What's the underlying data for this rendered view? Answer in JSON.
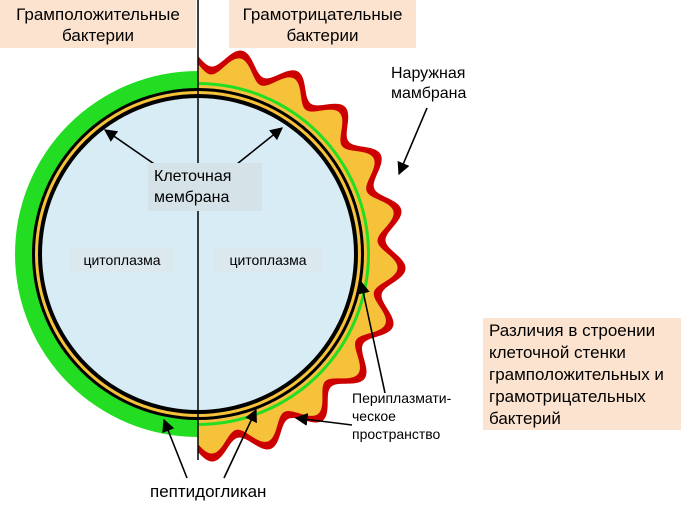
{
  "header": {
    "gram_positive_line1": "Грамположительные",
    "gram_positive_line2": "бактерии",
    "gram_negative_line1": "Грамотрицательные",
    "gram_negative_line2": "бактерии"
  },
  "labels": {
    "outer_membrane_line1": "Наружная",
    "outer_membrane_line2": "мамбрана",
    "cell_membrane_line1": "Клеточная",
    "cell_membrane_line2": "мембрана",
    "cytoplasm_left": "цитоплазма",
    "cytoplasm_right": "цитоплазма",
    "periplasmic_line1": "Периплазмати-",
    "periplasmic_line2": "ческое",
    "periplasmic_line3": "пространство",
    "peptidoglycan": "пептидогликан"
  },
  "info": {
    "line1": "Различия в строении",
    "line2": "клеточной стенки",
    "line3": "грамположительных и",
    "line4": "грамотрицательных",
    "line5": "бактерий"
  },
  "colors": {
    "cytoplasm": "#d8ecf6",
    "peptidoglycan_green": "#22dd22",
    "periplasm_yellow": "#f6c23a",
    "outer_membrane_red": "#cc0000",
    "label_bg": "#fbe3cf"
  }
}
